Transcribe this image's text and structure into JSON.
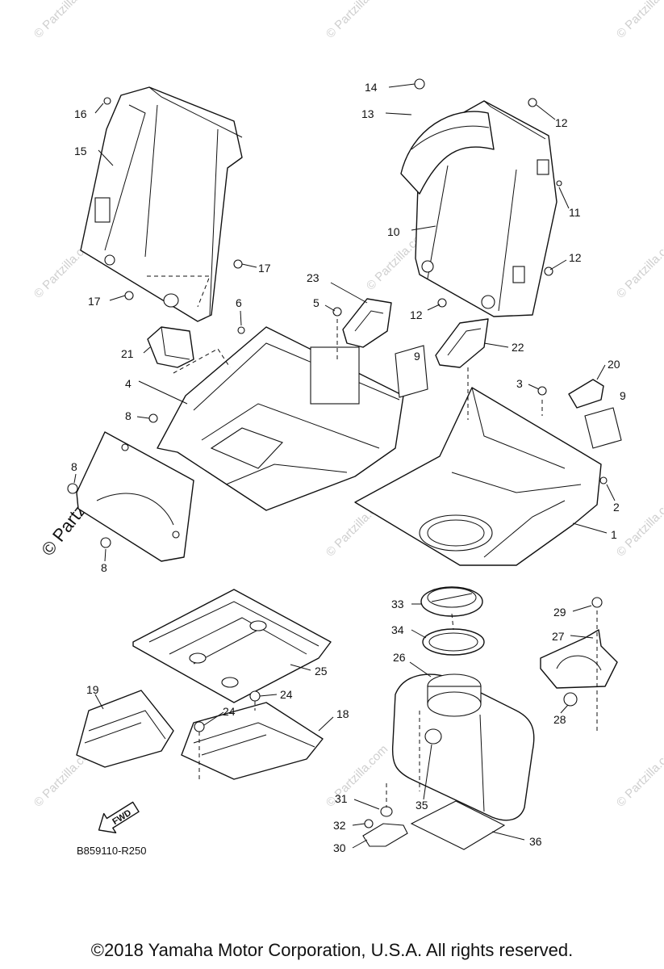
{
  "watermark": {
    "text": "© Partzilla.com",
    "color": "#cfcfcf"
  },
  "callouts": [
    {
      "id": "c1",
      "label": "1"
    },
    {
      "id": "c2",
      "label": "2"
    },
    {
      "id": "c3",
      "label": "3"
    },
    {
      "id": "c4",
      "label": "4"
    },
    {
      "id": "c5",
      "label": "5"
    },
    {
      "id": "c6",
      "label": "6"
    },
    {
      "id": "c8a",
      "label": "8"
    },
    {
      "id": "c8b",
      "label": "8"
    },
    {
      "id": "c8c",
      "label": "8"
    },
    {
      "id": "c9a",
      "label": "9"
    },
    {
      "id": "c9b",
      "label": "9"
    },
    {
      "id": "c10",
      "label": "10"
    },
    {
      "id": "c11",
      "label": "11"
    },
    {
      "id": "c12a",
      "label": "12"
    },
    {
      "id": "c12b",
      "label": "12"
    },
    {
      "id": "c12c",
      "label": "12"
    },
    {
      "id": "c13",
      "label": "13"
    },
    {
      "id": "c14",
      "label": "14"
    },
    {
      "id": "c15",
      "label": "15"
    },
    {
      "id": "c16",
      "label": "16"
    },
    {
      "id": "c17a",
      "label": "17"
    },
    {
      "id": "c17b",
      "label": "17"
    },
    {
      "id": "c18",
      "label": "18"
    },
    {
      "id": "c19",
      "label": "19"
    },
    {
      "id": "c20",
      "label": "20"
    },
    {
      "id": "c21",
      "label": "21"
    },
    {
      "id": "c22",
      "label": "22"
    },
    {
      "id": "c23",
      "label": "23"
    },
    {
      "id": "c24a",
      "label": "24"
    },
    {
      "id": "c24b",
      "label": "24"
    },
    {
      "id": "c25",
      "label": "25"
    },
    {
      "id": "c26",
      "label": "26"
    },
    {
      "id": "c27",
      "label": "27"
    },
    {
      "id": "c28",
      "label": "28"
    },
    {
      "id": "c29",
      "label": "29"
    },
    {
      "id": "c30",
      "label": "30"
    },
    {
      "id": "c31",
      "label": "31"
    },
    {
      "id": "c32",
      "label": "32"
    },
    {
      "id": "c33",
      "label": "33"
    },
    {
      "id": "c34",
      "label": "34"
    },
    {
      "id": "c35",
      "label": "35"
    },
    {
      "id": "c36",
      "label": "36"
    }
  ],
  "direction_label": "FWD",
  "reference_code": "B859110-R250",
  "copyright": "©2018  Yamaha Motor Corporation, U.S.A. All rights reserved."
}
